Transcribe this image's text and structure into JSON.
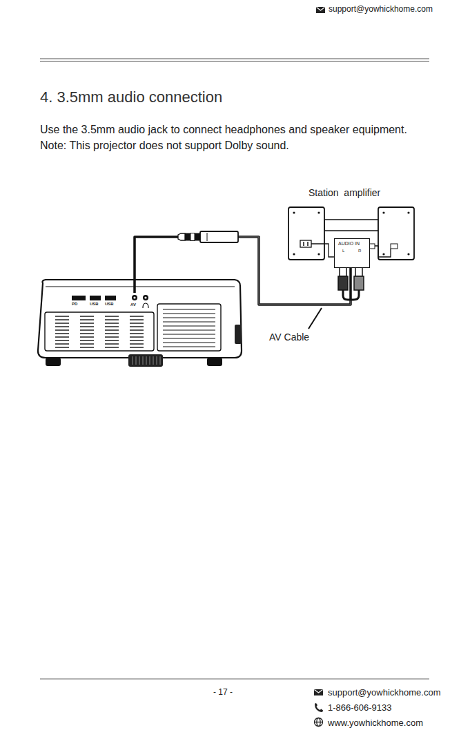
{
  "diagram": {
    "title": "4. 3.5mm audio connection",
    "nodes": [
      {
        "text": [
          "PD",
          "USB",
          "USB",
          "AV"
        ]
      },
      {
        "text": [
          "Station  amplifier"
        ]
      },
      {
        "text": [
          "AUDIO IN",
          "L",
          "R"
        ],
        "in": 1
      }
    ],
    "edges": [
      {
        "from": 0,
        "to": 2,
        "arrow": "none",
        "label": "AV Cable"
      }
    ],
    "labels": [
      "support@yowhickhome.com",
      "Use the 3.5mm audio jack to connect headphones and speaker equipment.",
      "Note: This projector does not support Dolby sound.",
      "- 17 -",
      "support@yowhickhome.com",
      "1-866-606-9133",
      "www.yowhickhome.com"
    ]
  }
}
